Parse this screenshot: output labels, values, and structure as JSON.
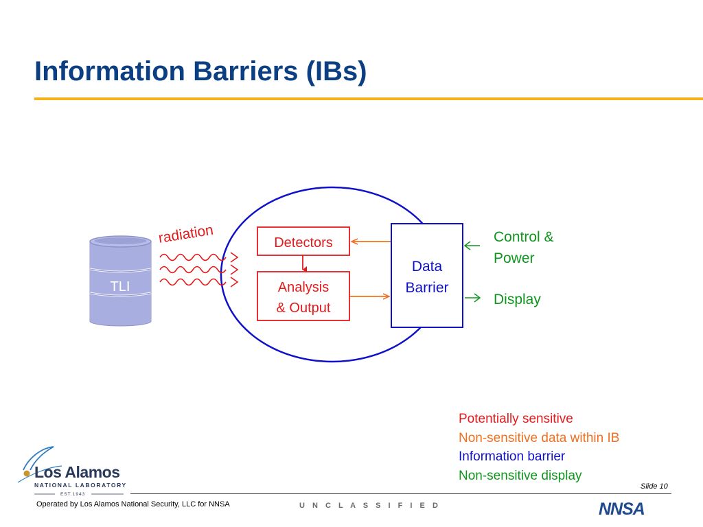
{
  "slide": {
    "title": "Information Barriers (IBs)",
    "slide_number": "Slide 10",
    "operated_by": "Operated by Los Alamos National Security, LLC for NNSA",
    "classification": "U N C L A S S I F I E D"
  },
  "diagram": {
    "source_label": "TLI",
    "radiation_label": "radiation",
    "detectors_label": "Detectors",
    "analysis_line1": "Analysis",
    "analysis_line2": "& Output",
    "barrier_line1": "Data",
    "barrier_line2": "Barrier",
    "control_line1": "Control &",
    "control_line2": "Power",
    "display_label": "Display"
  },
  "legend": {
    "items": [
      {
        "label": "Potentially sensitive",
        "color": "#e41a1c"
      },
      {
        "label": "Non-sensitive data within IB",
        "color": "#f07020"
      },
      {
        "label": "Information barrier",
        "color": "#1010c8"
      },
      {
        "label": "Non-sensitive display",
        "color": "#10951e"
      }
    ]
  },
  "logos": {
    "lanl_name": "Los Alamos",
    "lanl_sub": "NATIONAL LABORATORY",
    "lanl_est": "EST.1943",
    "nnsa": "NNSA"
  },
  "colors": {
    "title": "#0b3f82",
    "rule": "#f2b21b",
    "sensitive": "#e41a1c",
    "nonsensitive_ib": "#f07020",
    "barrier": "#1010c8",
    "display": "#10951e",
    "drum": "#a9aee0"
  }
}
